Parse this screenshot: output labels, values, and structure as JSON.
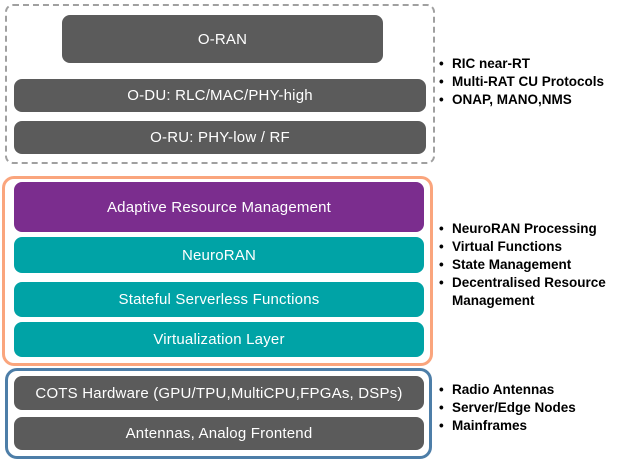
{
  "diagram_title": "",
  "colors": {
    "box_gray": "#5B5B5B",
    "purple": "#7B2D8E",
    "teal": "#00A3A6",
    "dashed_border_gray": "#A0A0A0",
    "orange_border": "#FAA57D",
    "blue_border": "#4D7EA8",
    "box_text": "#FFFFFF",
    "bullet_text": "#000000"
  },
  "sections": [
    {
      "name": "oran-stack",
      "border_style": "dashed gray",
      "boxes": [
        {
          "label": "O-RAN",
          "color": "#5B5B5B"
        },
        {
          "label": "O-DU: RLC/MAC/PHY-high",
          "color": "#5B5B5B"
        },
        {
          "label": "O-RU: PHY-low / RF",
          "color": "#5B5B5B"
        }
      ],
      "bullets": [
        "RIC near-RT",
        "Multi-RAT CU Protocols",
        "ONAP, MANO,NMS"
      ]
    },
    {
      "name": "neuroran-stack",
      "border_style": "solid orange",
      "boxes": [
        {
          "label": "Adaptive Resource Management",
          "color": "#7B2D8E"
        },
        {
          "label": "NeuroRAN",
          "color": "#00A3A6"
        },
        {
          "label": "Stateful Serverless Functions",
          "color": "#00A3A6"
        },
        {
          "label": "Virtualization Layer",
          "color": "#00A3A6"
        }
      ],
      "bullets": [
        "NeuroRAN Processing",
        "Virtual Functions",
        "State Management",
        "Decentralised Resource Management"
      ]
    },
    {
      "name": "hardware-stack",
      "border_style": "solid blue",
      "boxes": [
        {
          "label": "COTS Hardware (GPU/TPU,MultiCPU,FPGAs, DSPs)",
          "color": "#5B5B5B"
        },
        {
          "label": "Antennas, Analog Frontend",
          "color": "#5B5B5B"
        }
      ],
      "bullets": [
        "Radio Antennas",
        "Server/Edge Nodes",
        "Mainframes"
      ]
    }
  ]
}
